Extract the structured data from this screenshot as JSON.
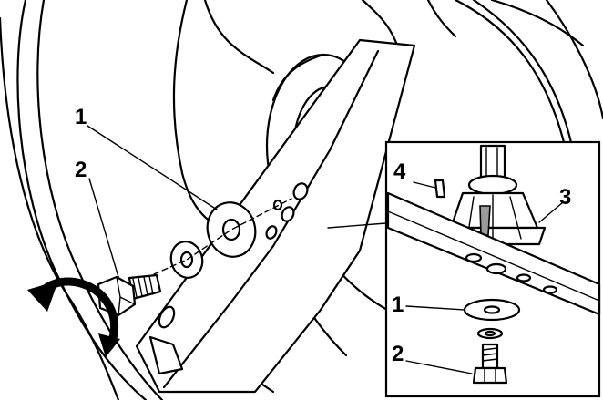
{
  "figure": {
    "callouts": {
      "main_washer": "1",
      "main_bolt": "2",
      "detail_key": "4",
      "detail_adapter": "3",
      "detail_washer": "1",
      "detail_bolt": "2"
    },
    "colors": {
      "line": "#000000",
      "background": "#ffffff",
      "shade": "#9a9a9a"
    },
    "icons": [
      "rotation-arrow-icon"
    ]
  }
}
